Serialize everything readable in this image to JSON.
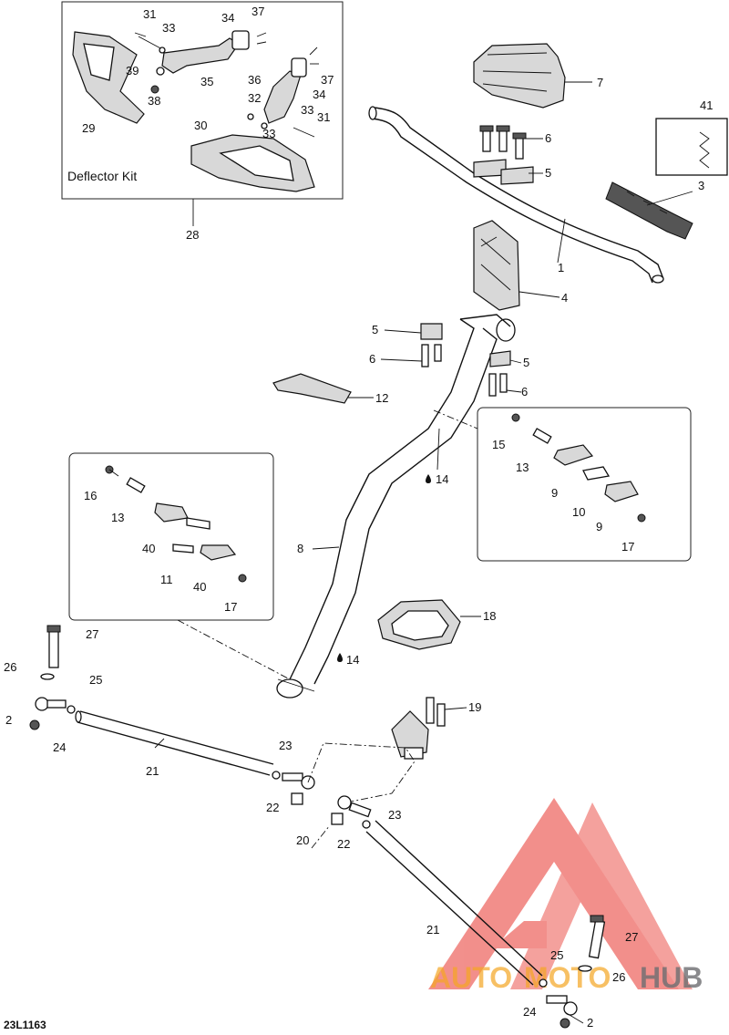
{
  "diagram": {
    "drawing_code": "23L1163",
    "kit_title": "Deflector Kit",
    "watermark": {
      "text_a": "AUTO",
      "text_b": "MOTO",
      "text_c": "HUB",
      "colors": {
        "red": "#e8352e",
        "orange": "#f5a623",
        "gray": "#6d6e71"
      }
    },
    "callouts": {
      "c1": "1",
      "c2a": "2",
      "c2b": "2",
      "c3": "3",
      "c4": "4",
      "c5a": "5",
      "c5b": "5",
      "c5c": "5",
      "c6a": "6",
      "c6b": "6",
      "c6c": "6",
      "c7": "7",
      "c8": "8",
      "c9a": "9",
      "c9b": "9",
      "c10": "10",
      "c11": "11",
      "c12": "12",
      "c13a": "13",
      "c13b": "13",
      "c14a": "14",
      "c14b": "14",
      "c15": "15",
      "c16": "16",
      "c17a": "17",
      "c17b": "17",
      "c18": "18",
      "c19": "19",
      "c20": "20",
      "c21a": "21",
      "c21b": "21",
      "c22a": "22",
      "c22b": "22",
      "c23a": "23",
      "c23b": "23",
      "c24a": "24",
      "c24b": "24",
      "c25a": "25",
      "c25b": "25",
      "c26a": "26",
      "c26b": "26",
      "c27a": "27",
      "c27b": "27",
      "c28": "28",
      "c29": "29",
      "c30": "30",
      "c31a": "31",
      "c31b": "31",
      "c32": "32",
      "c33a": "33",
      "c33b": "33",
      "c33c": "33",
      "c34a": "34",
      "c34b": "34",
      "c35": "35",
      "c36": "36",
      "c37a": "37",
      "c37b": "37",
      "c38": "38",
      "c39": "39",
      "c40a": "40",
      "c40b": "40",
      "c41": "41"
    }
  }
}
